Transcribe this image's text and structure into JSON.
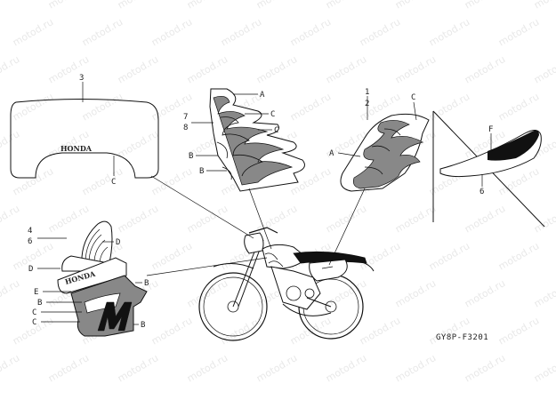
{
  "diagram_code": "GY8P-F3201",
  "watermark": "motod.ru",
  "visor_brand": "HONDA",
  "tank_brand": "HONDA",
  "callouts": {
    "n3": "3",
    "n7": "7",
    "n8": "8",
    "n1": "1",
    "n2": "2",
    "n4": "4",
    "n6": "6",
    "n_bot": "6",
    "A": "A",
    "B": "B",
    "C": "C",
    "D": "D",
    "E": "E",
    "F": "F"
  }
}
